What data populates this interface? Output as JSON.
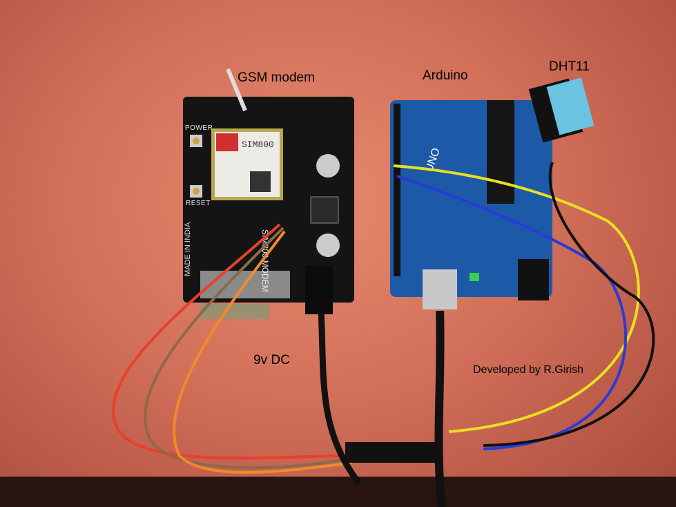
{
  "labels": {
    "gsm": "GSM modem",
    "arduino": "Arduino",
    "dht": "DHT11",
    "power": "9v DC",
    "credit": "Developed by R.Girish"
  },
  "board_text": {
    "module": "SIM800",
    "gsm_board": "SIM800 MODEM",
    "power_btn": "POWER",
    "reset_btn": "RESET",
    "made_in": "MADE IN INDIA",
    "uno": "UNO"
  },
  "colors": {
    "gsm_board": "#141414",
    "arduino_board": "#1c5aa8",
    "wire_red": "#e8402a",
    "wire_brown": "#8a6a4a",
    "wire_orange": "#f08a2a",
    "wire_yellow": "#e8e020",
    "wire_blue": "#2a3ad8",
    "wire_black": "#111111"
  }
}
